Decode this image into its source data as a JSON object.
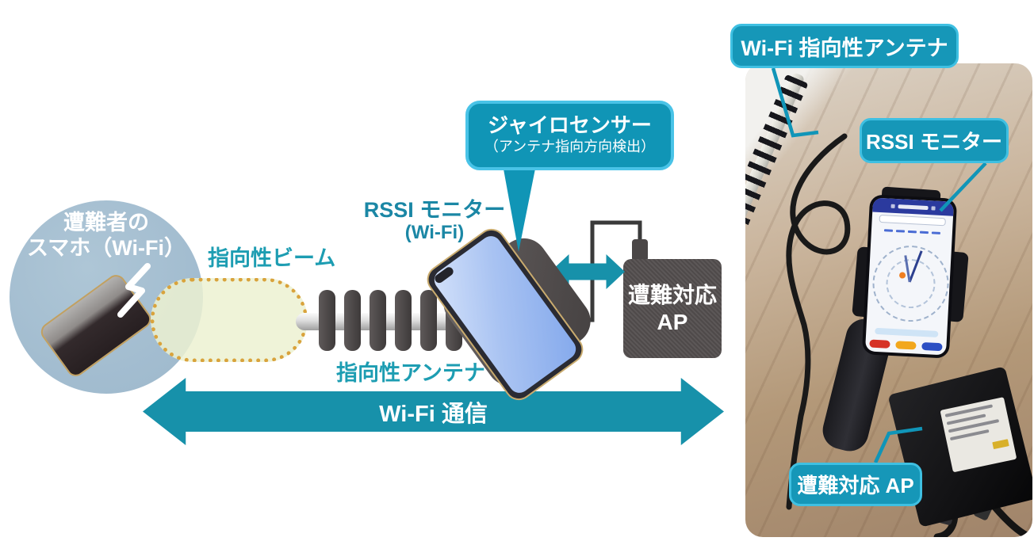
{
  "colors": {
    "accent_teal": "#1791aa",
    "callout_fill": "#1095b6",
    "callout_border": "#49c3e7",
    "photo_label_fill": "#1697b8",
    "photo_label_border": "#3fc0e2",
    "beam_fill": "#edf2d2",
    "beam_dot_border": "#d9a33c",
    "victim_circle_fill": "#a3bdd0",
    "device_dark_gray": "#534e4e",
    "teal_label_text": "#1d9db2",
    "rssi_label_text": "#1b87a5"
  },
  "diagram": {
    "victim_circle": {
      "line1": "遭難者の",
      "line2": "スマホ（Wi-Fi）"
    },
    "beam_label": "指向性ビーム",
    "antenna_label": "指向性アンテナ",
    "rssi_monitor": {
      "line1": "RSSI モニター",
      "line2": "(Wi-Fi)"
    },
    "gyro_callout": {
      "title": "ジャイロセンサー",
      "subtitle": "（アンテナ指向方向検出）"
    },
    "ap_box": {
      "line1": "遭難対応",
      "line2": "AP"
    },
    "wifi_link_label": "Wi-Fi 通信"
  },
  "photo_panel": {
    "antenna_label": "Wi-Fi 指向性アンテナ",
    "rssi_label": "RSSI モニター",
    "ap_label": "遭難対応 AP"
  }
}
